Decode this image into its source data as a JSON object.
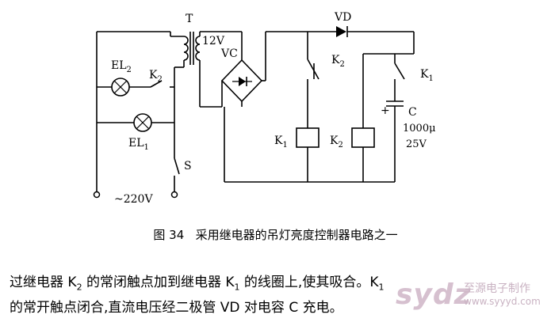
{
  "figure": {
    "labels": {
      "T": "T",
      "v12": "12V",
      "VC": "VC",
      "VD": "VD",
      "EL2": "EL",
      "EL2_sub": "2",
      "EL1": "EL",
      "EL1_sub": "1",
      "K2_top": "K",
      "K2_top_sub": "2",
      "K2_switch": "K",
      "K2_switch_sub": "2",
      "K1_contact": "K",
      "K1_contact_sub": "1",
      "K1_coil": "K",
      "K1_coil_sub": "1",
      "K2_coil": "K",
      "K2_coil_sub": "2",
      "S": "S",
      "plus": "+",
      "C": "C",
      "cap_value": "1000μ",
      "cap_voltage": "25V",
      "mains": "~220V"
    }
  },
  "caption": "图 34   采用继电器的吊灯亮度控制器电路之一",
  "paragraph": {
    "line1_a": "过继电器 K",
    "line1_a_sub": "2",
    "line1_b": " 的常闭触点加到继电器 K",
    "line1_b_sub": "1",
    "line1_c": " 的线圈上,使其吸合。K",
    "line1_c_sub": "1",
    "line2": "的常开触点闭合,直流电压经二极管 VD 对电容 C 充电。"
  },
  "watermark": {
    "mark": "sydz",
    "text1": "至源电子制作",
    "text2": "www.syyyd.com"
  }
}
